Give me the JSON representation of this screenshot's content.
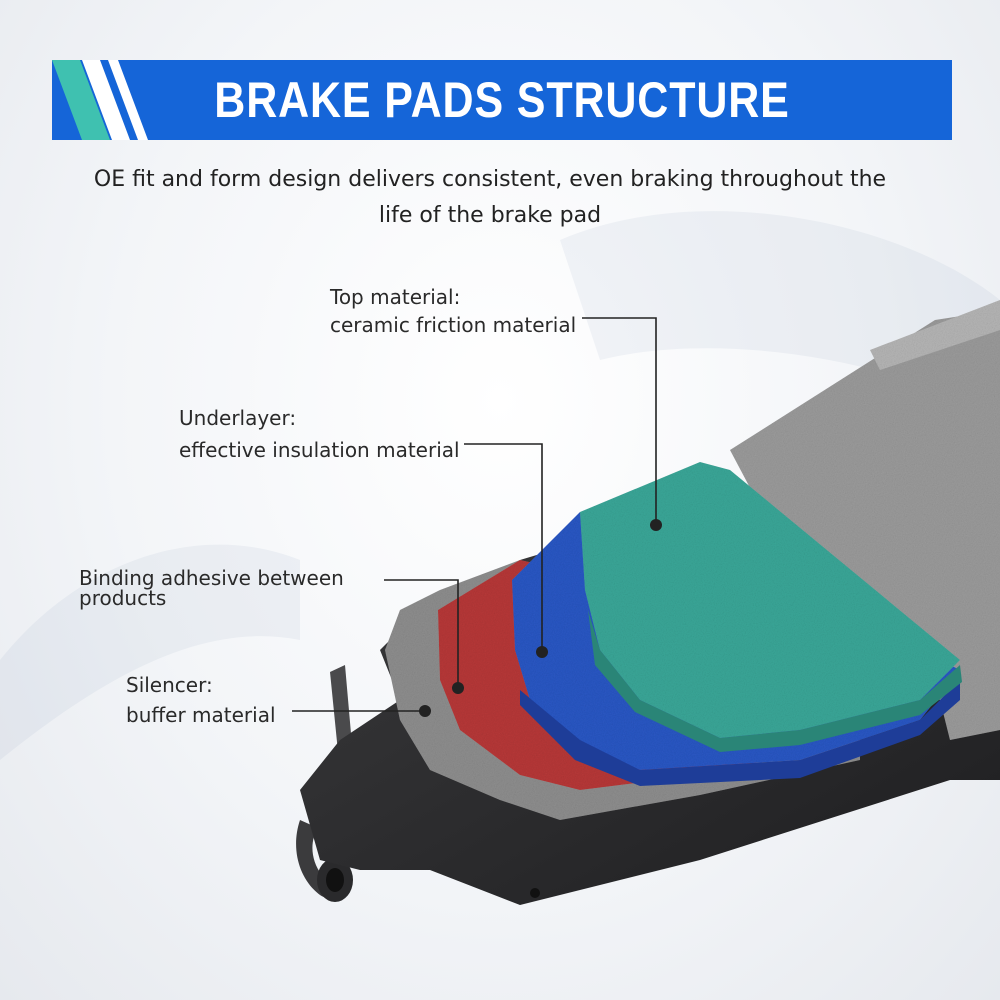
{
  "banner": {
    "title": "BRAKE PADS STRUCTURE"
  },
  "subtitle": {
    "line1": "OE fit and form design delivers consistent, even braking throughout the",
    "line2": "life of the brake pad"
  },
  "layers": [
    {
      "name": "Top material:",
      "desc": "ceramic friction material",
      "color": "#3aa89a"
    },
    {
      "name": "Underlayer:",
      "desc": "effective insulation material",
      "color": "#2d5bc8"
    },
    {
      "name": "Binding adhesive between",
      "desc": "products",
      "color": "#b83a3a"
    },
    {
      "name": "Silencer:",
      "desc": "buffer material",
      "color": "#8f8f8f"
    }
  ],
  "colors": {
    "banner": "#1565d8",
    "stripe_accent": "#3fc1b0",
    "backing_plate": "#2b2b2d",
    "friction_block": "#9a9a9a"
  }
}
